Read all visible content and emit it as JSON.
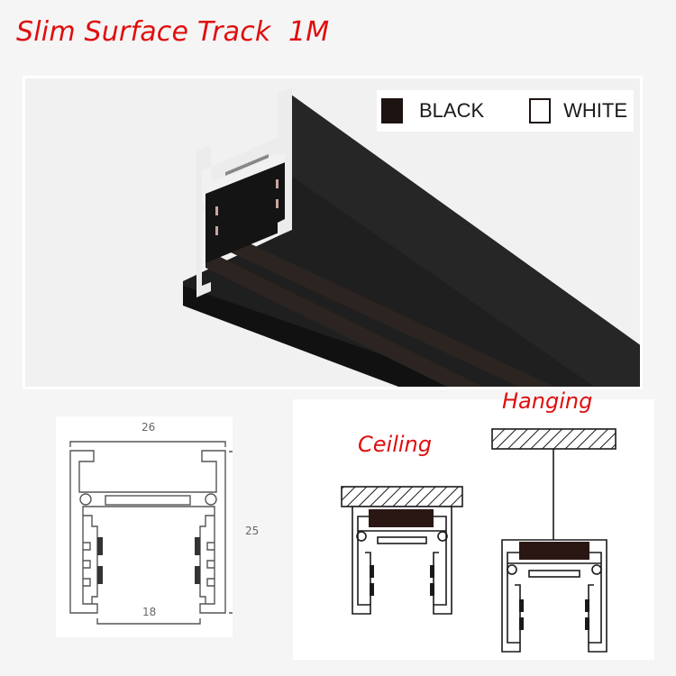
{
  "header": {
    "title": "Slim Surface Track  1M"
  },
  "product_photo": {
    "description": "black aluminium surface track profile, end view",
    "colors": {
      "track_body": "#1b1b1b",
      "track_edge": "#e8e8e8",
      "conductor_strip": "#c9a6a0",
      "background": "#f1f1f1"
    }
  },
  "color_options": {
    "items": [
      {
        "label": "BLACK",
        "swatch": "#1d1412"
      },
      {
        "label": "WHITE",
        "swatch": "#ffffff"
      }
    ]
  },
  "dimension_drawing": {
    "width_label": "26",
    "height_label": "25",
    "opening_label": "18",
    "units_note": ""
  },
  "installation": {
    "options": [
      {
        "label": "Ceiling"
      },
      {
        "label": "Hanging"
      }
    ],
    "accent_color": "#e00e0e"
  }
}
